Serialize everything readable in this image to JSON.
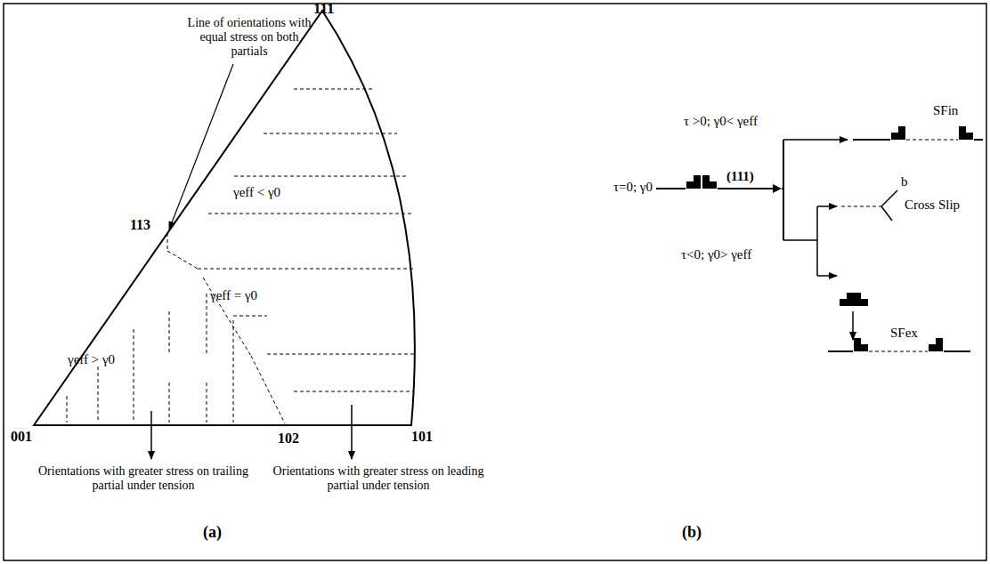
{
  "diagram": {
    "labels": [
      "111",
      "113",
      "001",
      "102",
      "101",
      "Line of orientations with equal stress on both partials",
      "γeff < γ0",
      "γeff = γ0",
      "γeff > γ0",
      "Orientations with greater stress on trailing partial under tension",
      "Orientations with greater stress on leading partial under tension",
      "(a)",
      "τ=0; γ0",
      "(111)",
      "τ >0; γ0< γeff",
      "SFin",
      "τ<0; γ0> γeff",
      "b",
      "Cross Slip",
      "SFex",
      "(b)"
    ]
  }
}
